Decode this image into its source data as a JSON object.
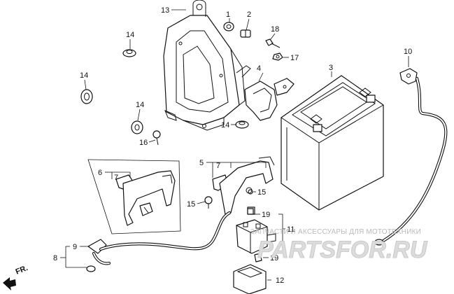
{
  "diagram": {
    "labels": {
      "p1": "1",
      "p2": "2",
      "p3": "3",
      "p4": "4",
      "p5": "5",
      "p6": "6",
      "p7a": "7",
      "p7b": "7",
      "p8": "8",
      "p9": "9",
      "p10": "10",
      "p11": "11",
      "p12": "12",
      "p13": "13",
      "p14a": "14",
      "p14b": "14",
      "p14c": "14",
      "p14d": "14",
      "p15a": "15",
      "p15b": "15",
      "p16": "16",
      "p17": "17",
      "p18": "18",
      "p19a": "19",
      "p19b": "19"
    },
    "direction_marker": "FR.",
    "watermark": {
      "caption": "ЗАПЧАСТИ И АКСЕССУАРЫ ДЛЯ МОТОТЕХНИКИ",
      "logo": "PARTSFOR.RU"
    }
  }
}
